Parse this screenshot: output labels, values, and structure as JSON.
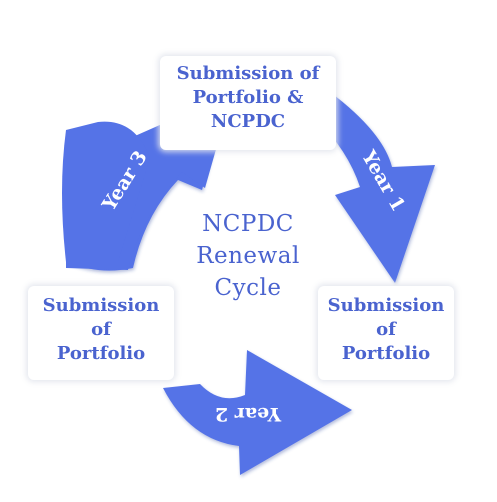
{
  "colors": {
    "arrow_fill": "#5573e7",
    "arrow_shade": "#3f5bd0",
    "text": "#4a63cf",
    "arrow_text": "#ffffff"
  },
  "center": {
    "lines": [
      "NCPDC",
      "Renewal",
      "Cycle"
    ]
  },
  "nodes": {
    "top": {
      "lines": [
        "Submission of",
        "Portfolio &",
        "NCPDC"
      ]
    },
    "right": {
      "lines": [
        "Submission",
        "of",
        "Portfolio"
      ]
    },
    "left": {
      "lines": [
        "Submission",
        "of",
        "Portfolio"
      ]
    }
  },
  "arrows": {
    "year1": "Year 1",
    "year2": "Year 2",
    "year3": "Year 3"
  }
}
